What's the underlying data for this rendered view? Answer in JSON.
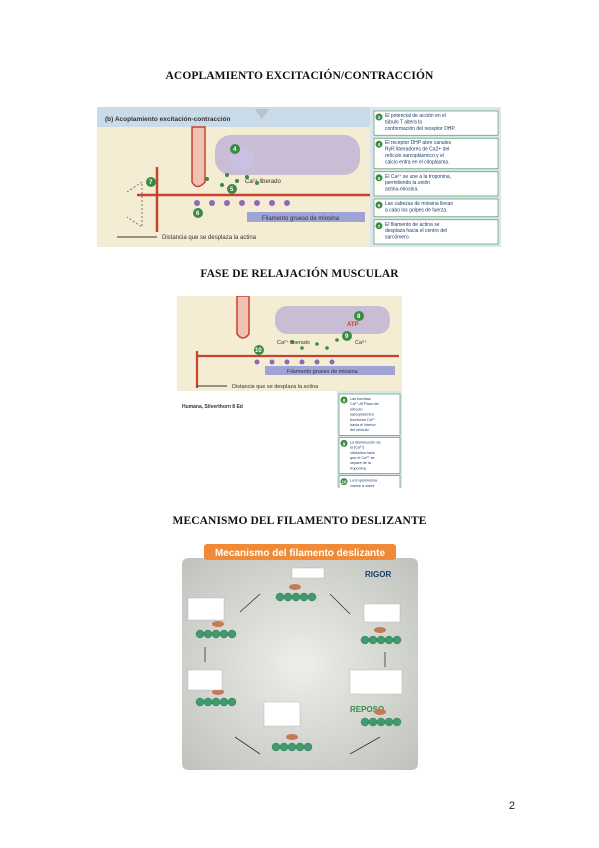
{
  "headings": {
    "h1": "ACOPLAMIENTO EXCITACIÓN/CONTRACCIÓN",
    "h2": "FASE DE RELAJACIÓN MUSCULAR",
    "h3": "MECANISMO DEL FILAMENTO DESLIZANTE"
  },
  "fig1": {
    "panel_title": "(b) Acoplamiento excitación-contracción",
    "ca_label": "Ca²⁺ liberado",
    "myosin_label": "Filamento grueso de miosina",
    "distance_label": "Distancia que se desplaza la actina",
    "steps": [
      {
        "num": "3",
        "text": "El potencial de acción en el túbulo T altera la conformación del receptor DHP."
      },
      {
        "num": "4",
        "text": "El receptor DHP abre canales RyR liberadores de Ca2+ del retículo sarcoplásmico y el calcio entra en el citoplasma."
      },
      {
        "num": "5",
        "text": "El Ca²⁺ se une a la troponina, permitiendo la unión actina-miosina."
      },
      {
        "num": "6",
        "text": "Las cabezas de miosina llevan a cabo los golpes de fuerza."
      },
      {
        "num": "7",
        "text": "El filamento de actina se desplaza hacia el centro del sarcómero."
      }
    ]
  },
  "fig2": {
    "atp_label": "ATP",
    "ca_label": "Ca²⁺ liberado",
    "ca_right": "Ca²⁺",
    "myosin_label": "Filamento grueso de miosina",
    "distance_label": "Distancia que se desplaza la actina",
    "credit": "Humana, Silverthorn 8 Ed",
    "steps": [
      {
        "num": "8",
        "text": "Las bombas Ca²⁺-ATPasa del retículo sarcoplásmico bombean Ca²⁺ hacia el interior del retículo."
      },
      {
        "num": "9",
        "text": "La disminución de la [Ca²⁺] citosólica hace que el Ca²⁺ se separe de la troponina."
      },
      {
        "num": "10",
        "text": "La tropomiosina vuelve a cubrir los lugar de unión. Cuando las cabezas de miosina se desprenden, los elementos elásticos tiran de los filamentos y los devuelven a su posición relajada."
      }
    ]
  },
  "fig3": {
    "title": "Mecanismo del filamento deslizante",
    "rigor": "RIGOR",
    "reposo": "REPOSO"
  },
  "page_number": "2",
  "colors": {
    "panel_bg": "#f4ecd3",
    "panel_header": "#c9dbe9",
    "sidebar_bg": "#d9e6ef",
    "orange_title": "#f08a36",
    "myosin": "#9fa3d6",
    "tubule_red": "#c8432f",
    "bubble_green": "#3b8a46"
  }
}
